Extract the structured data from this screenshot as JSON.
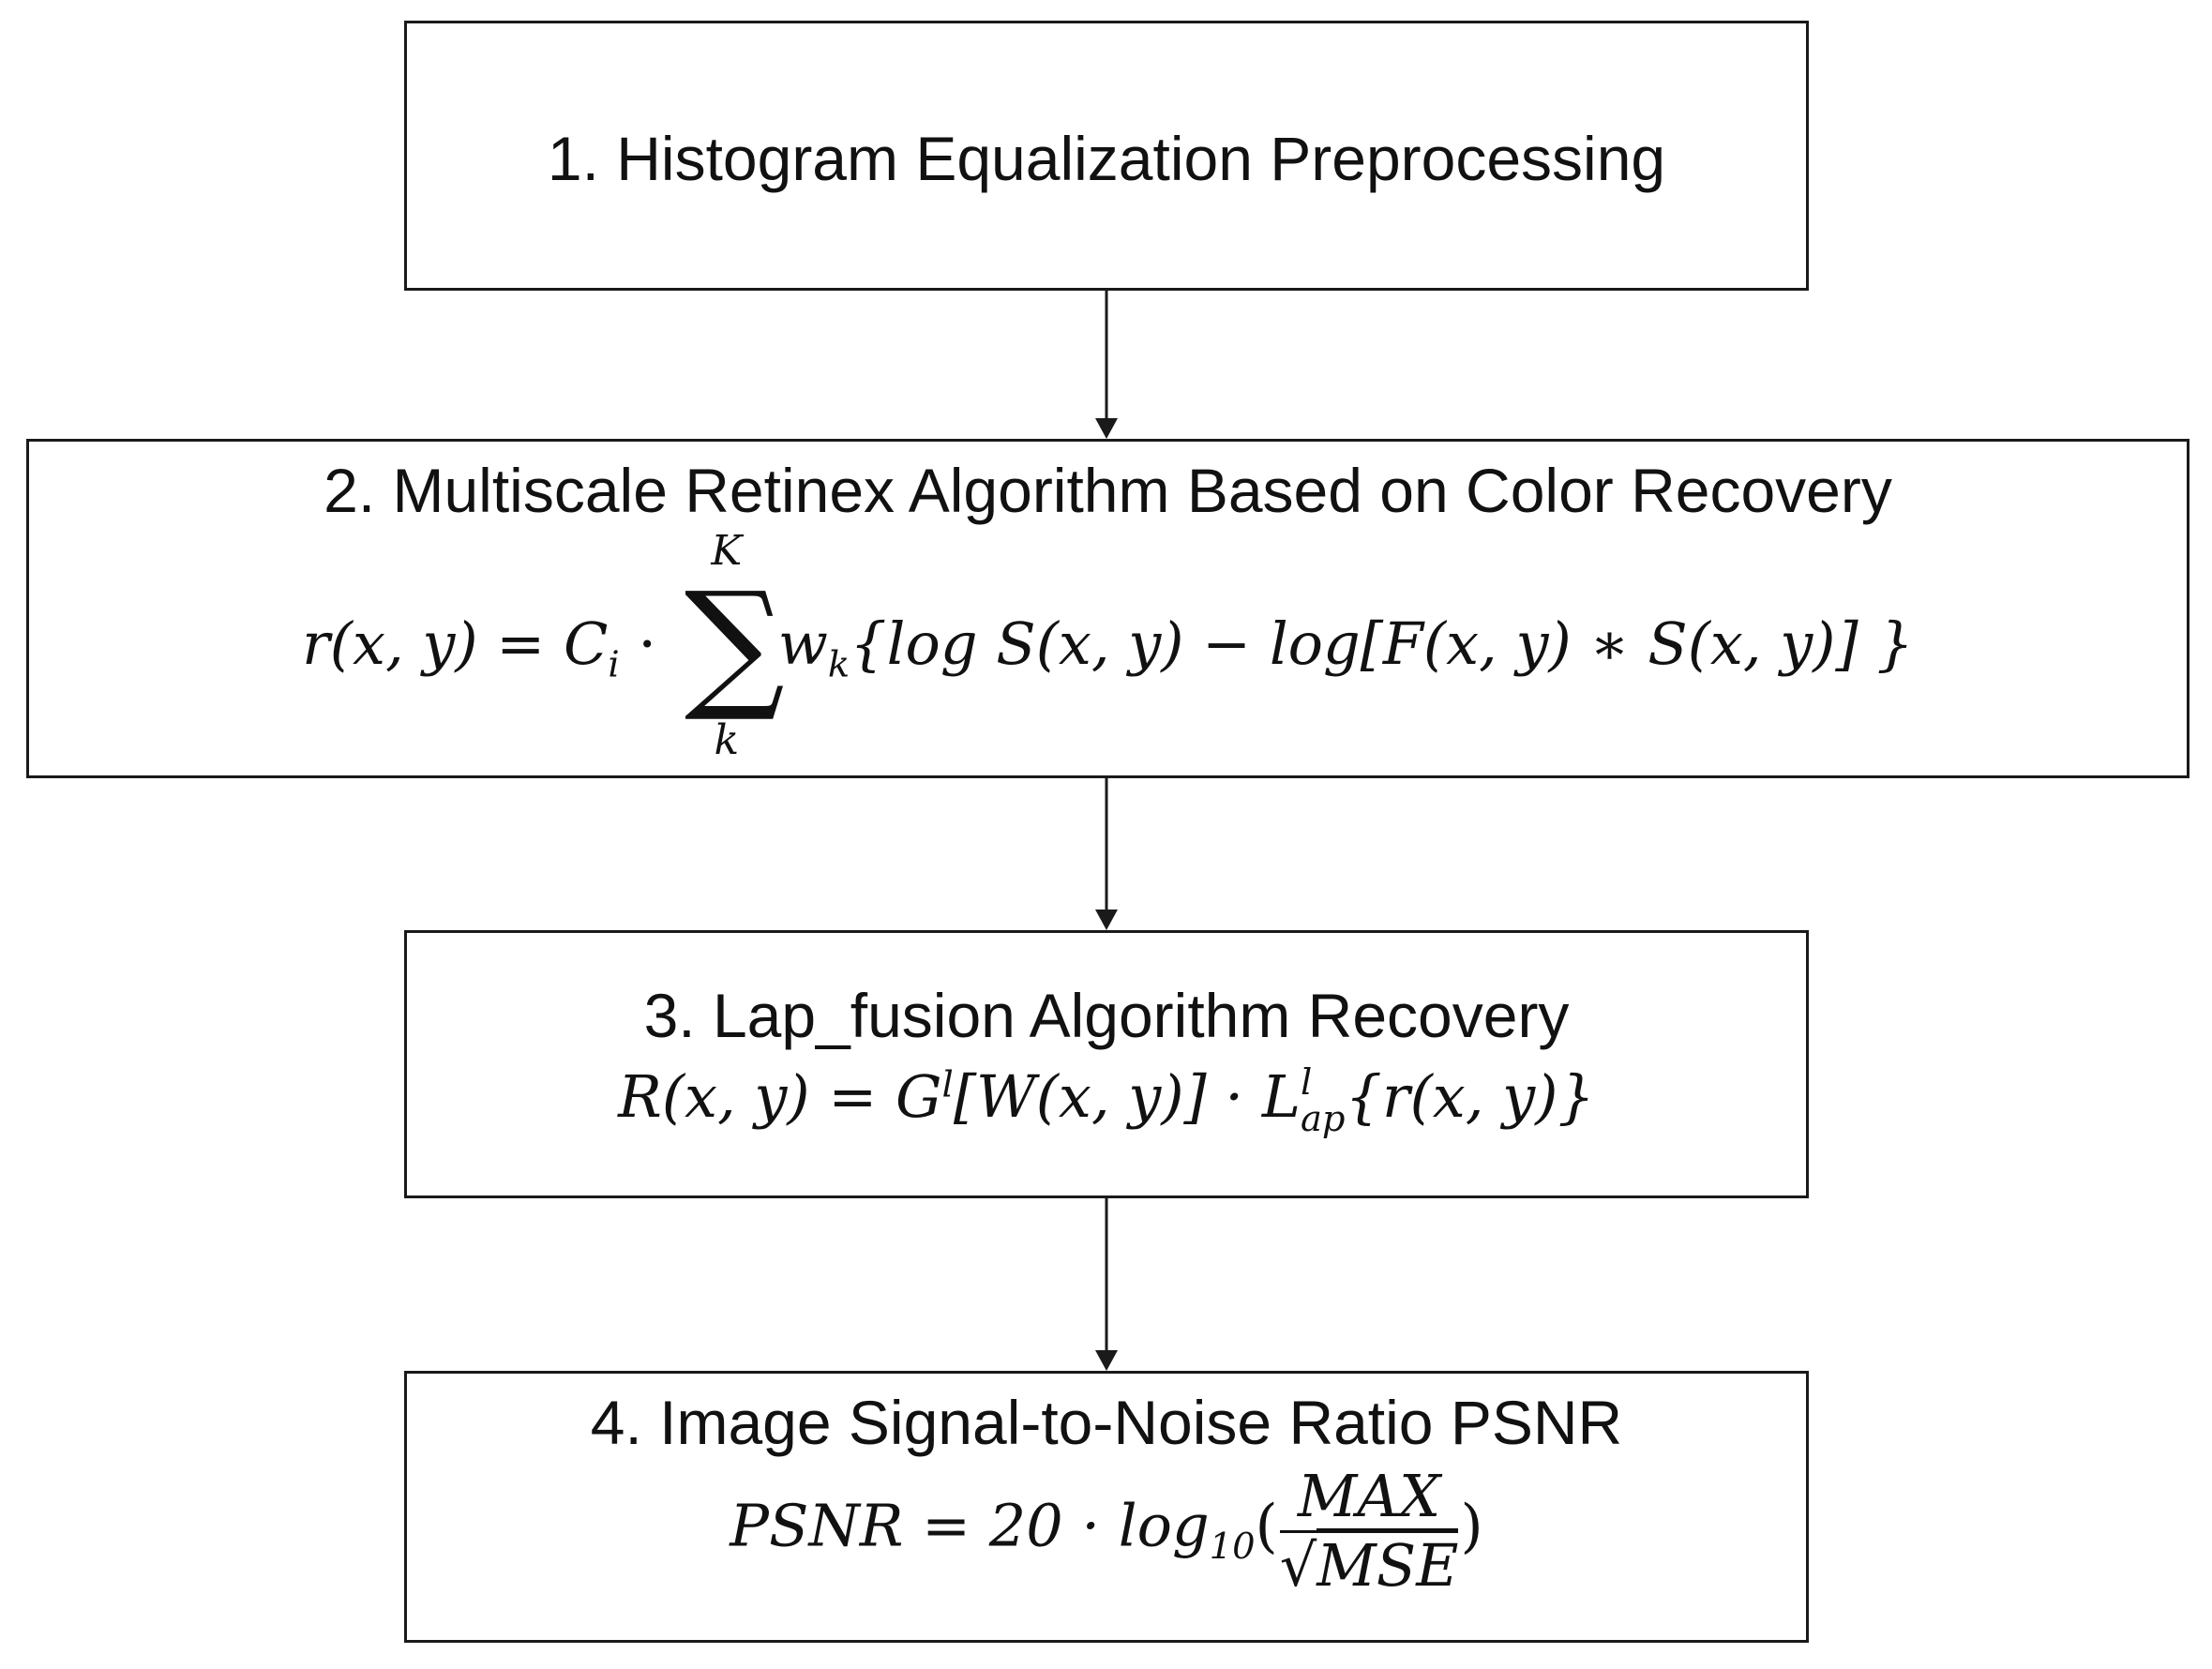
{
  "steps": [
    {
      "title": "1. Histogram Equalization Preprocessing"
    },
    {
      "title": "2. Multiscale Retinex Algorithm Based on Color Recovery",
      "equation": {
        "lhs": "r(x, y) = C",
        "lhs_sub": "i",
        "dot": "·",
        "sum_upper": "K",
        "sum_lower": "k",
        "sigma": "∑",
        "w": "w",
        "w_sub": "k",
        "rhs": "{log S(x, y) − log[F(x, y) ∗ S(x, y)] }"
      }
    },
    {
      "title": "3. Lap_fusion Algorithm Recovery",
      "equation": {
        "lhs": "R(x, y) = G",
        "g_sup": "l",
        "mid": "[W(x, y)] · L",
        "l_sup": "l",
        "l_sub": "ap",
        "rhs": "{r(x, y)}"
      }
    },
    {
      "title": "4. Image Signal-to-Noise Ratio PSNR",
      "equation": {
        "lhs": "PSNR = 20 · log",
        "log_sub": "10",
        "open": "(",
        "numerator": "MAX",
        "radical": "√",
        "denominator": "MSE",
        "close": ")"
      }
    }
  ]
}
